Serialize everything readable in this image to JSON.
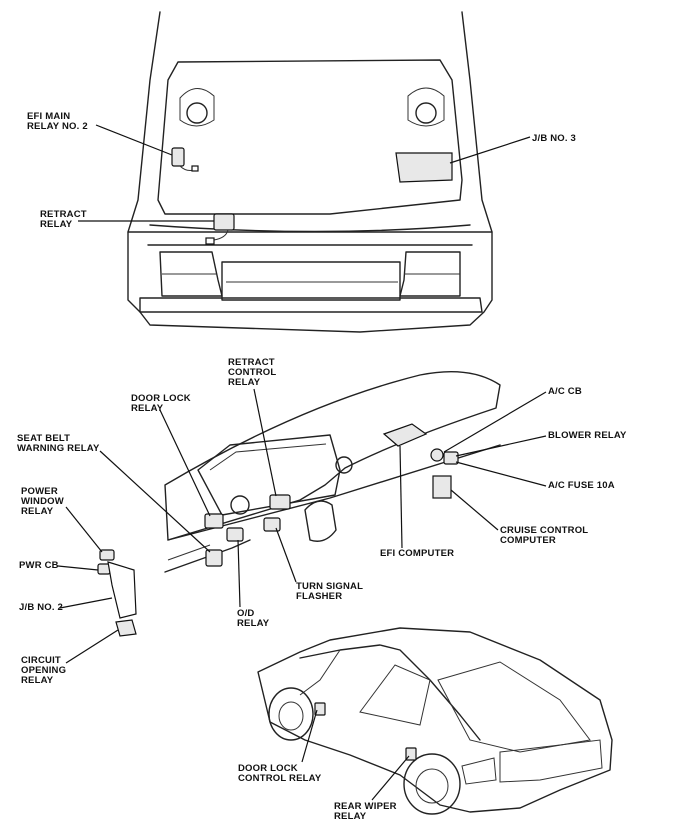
{
  "labels": {
    "efi_main_relay": "EFI MAIN\nRELAY NO. 2",
    "jb_no3": "J/B NO. 3",
    "retract_relay": "RETRACT\nRELAY",
    "retract_control_relay": "RETRACT\nCONTROL\nRELAY",
    "door_lock_relay": "DOOR LOCK\nRELAY",
    "ac_cb": "A/C CB",
    "seat_belt_warning_relay": "SEAT BELT\nWARNING RELAY",
    "blower_relay": "BLOWER RELAY",
    "power_window_relay": "POWER\nWINDOW\nRELAY",
    "ac_fuse": "A/C FUSE 10A",
    "cruise_control_computer": "CRUISE CONTROL\nCOMPUTER",
    "pwr_cb": "PWR CB",
    "efi_computer": "EFI COMPUTER",
    "turn_signal_flasher": "TURN SIGNAL\nFLASHER",
    "jb_no2": "J/B NO. 2",
    "od_relay": "O/D\nRELAY",
    "circuit_opening_relay": "CIRCUIT\nOPENING\nRELAY",
    "door_lock_control_relay": "DOOR LOCK\nCONTROL RELAY",
    "rear_wiper_relay": "REAR WIPER\nRELAY"
  }
}
